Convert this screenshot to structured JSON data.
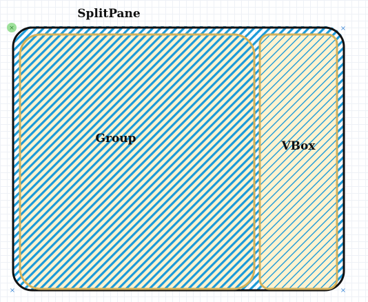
{
  "diagram": {
    "splitpane": {
      "label": "SplitPane"
    },
    "group": {
      "label": "Group"
    },
    "vbox": {
      "label": "VBox"
    }
  },
  "colors": {
    "hatch_blue": "#1b9ad9",
    "cream_fill": "#fff3cf",
    "gold_stroke": "#d3b15a",
    "outline": "#111111",
    "handle_green": "#8ddc8a",
    "handle_x": "#4a90d9",
    "grid": "#eef1f6"
  }
}
